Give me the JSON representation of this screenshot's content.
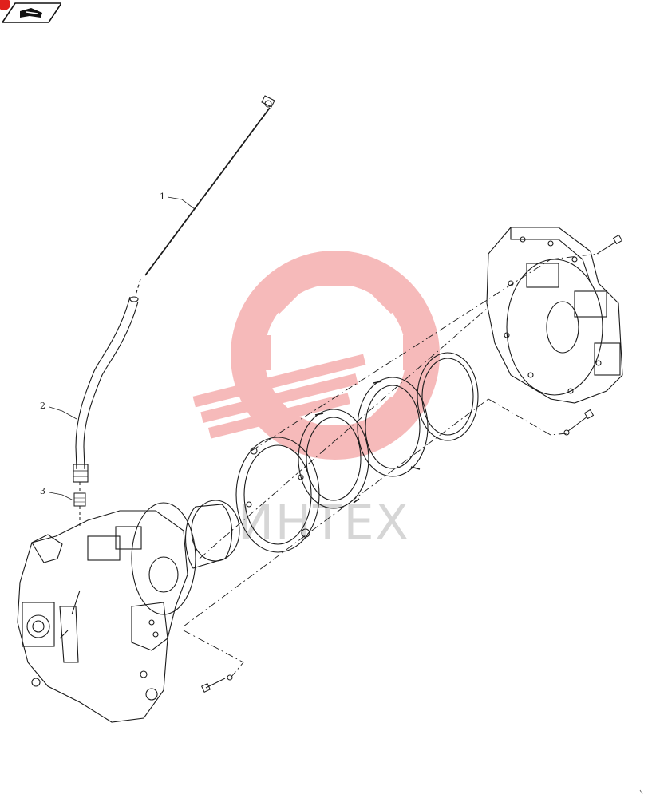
{
  "nav": {
    "icon": "book-return-icon"
  },
  "callouts": [
    "1",
    "2",
    "3"
  ],
  "watermark": {
    "text": "ИНТЕХ",
    "logo": "gear-wrench-logo"
  },
  "colors": {
    "line": "#1a1a1a",
    "watermark_logo": "#f08080",
    "watermark_text": "#d6d6d6",
    "badge": "#e0201c"
  }
}
